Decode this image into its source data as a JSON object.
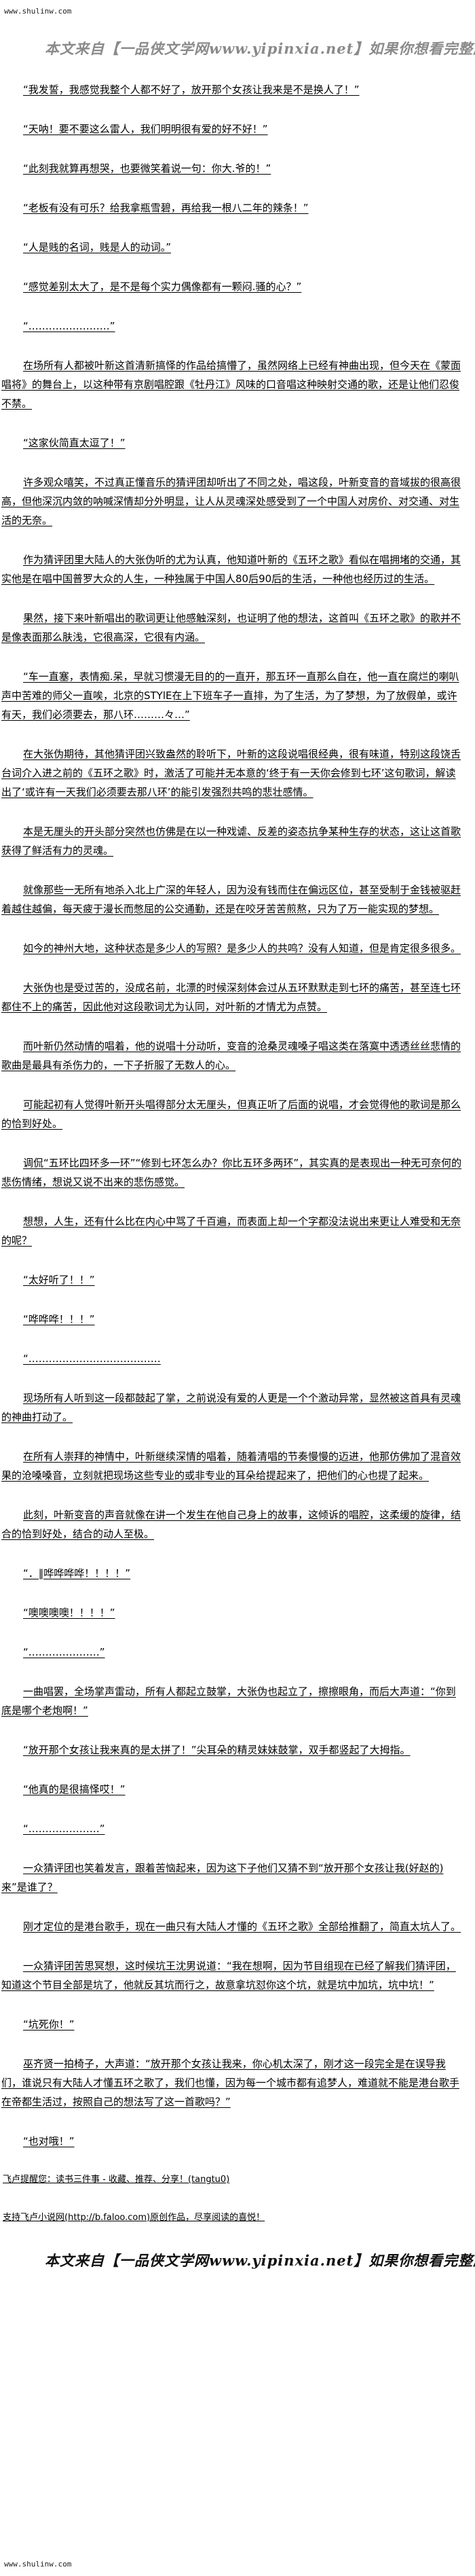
{
  "header": {
    "site_url": "www.shulinw.com",
    "banner_text": "本文来自【一品侠文学网www.yipinxia.net】如果你想看完整版小说，请"
  },
  "paragraphs": [
    "“我发誓，我感觉我整个人都不好了，放开那个女孩让我来是不是换人了！”",
    "“天呐！要不要这么雷人，我们明明很有爱的好不好！”",
    "“此刻我就算再想哭，也要微笑着说一句：你大.爷的！”",
    "“老板有没有可乐？给我拿瓶雪碧，再给我一根八二年的辣条！”",
    "“人是贱的名词，贱是人的动词。”",
    "“感觉差别太大了，是不是每个实力偶像都有一颗闷.骚的心？”",
    "“……………………”",
    "在场所有人都被叶新这首清新搞怿的作品给搞懵了，虽然网络上已经有神曲出现，但今天在《蒙面唱将》的舞台上，以这种带有京剧唱腔跟《牡丹江》风味的口音唱这种映射交通的歌，还是让他们忍俊不禁。",
    "“这家伙简直太逗了！”",
    "许多观众嘻笑，不过真正懂音乐的猜评团却听出了不同之处，唱这段，叶新变音的音域拔的很高很高，但他深沉内敛的呐喊深情却分外明显，让人从灵魂深处感受到了一个中国人对房价、对交通、对生活的无奈。",
    "作为猜评团里大陆人的大张伪听的尤为认真，他知道叶新的《五环之歌》看似在唱拥堵的交通，其实他是在唱中国普罗大众的人生，一种独属于中国人80后90后的生活，一种他也经历过的生活。",
    "果然，接下来叶新唱出的歌词更让他感触深刻，也证明了他的想法，这首叫《五环之歌》的歌并不是像表面那么肤浅，它很高深，它很有内涵。",
    "“车一直塞，表情痴.呆，早就习惯漫无目的的一直开，那五环一直那么自在，他一直在腐烂的喇叭声中苦难的师父一直唉，北京的STYlE在上下班车子一直排，为了生活，为了梦想，为了放假单，或许有天，我们必须要去，那八环………々…”",
    "在大张伪期待，其他猜评团兴致盎然的聆听下，叶新的这段说唱很经典，很有味道，特别这段饶舌台词介入进之前的《五环之歌》时，激活了可能并无本意的‘终于有一天你会修到七环’这句歌词，解读出了‘或许有一天我们必须要去那八环’的能引发强烈共鸣的悲壮感情。",
    "本是无厘头的开头部分突然也仿佛是在以一种戏谑、反差的姿态抗争某种生存的状态，这让这首歌获得了鲜活有力的灵魂。",
    "就像那些一无所有地杀入北上广深的年轻人，因为没有钱而住在偏远区位，甚至受制于金钱被驱赶着越住越偏，每天疲于漫长而憋屈的公交通勤，还是在咬牙苦苦煎熬，只为了万一能实现的梦想。",
    "如今的神州大地，这种状态是多少人的写照？是多少人的共鸣？没有人知道，但是肯定很多很多。",
    "大张伪也是受过苦的，没成名前，北漂的时候深刻体会过从五环默默走到七环的痛苦，甚至连七环都住不上的痛苦，因此他对这段歌词尤为认同，对叶新的才情尤为点赞。",
    "而叶新仍然动情的唱着，他的说唱十分动听，变音的沧桑灵魂嗓子唱这类在落寞中透透丝丝悲情的歌曲是最具有杀伤力的，一下子折服了无数人的心。",
    "可能起初有人觉得叶新开头唱得部分太无厘头，但真正听了后面的说唱，才会觉得他的歌词是那么的恰到好处。",
    "调侃“五环比四环多一环”“修到七环怎么办？你比五环多两环”，其实真的是表现出一种无可奈何的悲伤情绪，想说又说不出来的悲伤感觉。",
    "想想，人生，还有什么比在内心中骂了千百遍，而表面上却一个字都没法说出来更让人难受和无奈的呢？",
    "“太好听了！！”",
    "“哗哗哗！！！”",
    "“…………………………………",
    "现场所有人听到这一段都鼓起了掌，之前说没有爱的人更是一个个激动异常，显然被这首具有灵魂的神曲打动了。",
    "在所有人崇拜的神情中，叶新继续深情的唱着，随着清唱的节奏慢慢的迈进，他那仿佛加了混音效果的沧嗓嗓音，立刻就把现场这些专业的或非专业的耳朵给提起来了，把他们的心也提了起来。",
    "此刻，叶新变音的声音就像在讲一个发生在他自己身上的故事，这倾诉的唱腔，这柔缓的旋律，结合的恰到好处，结合的动人至极。",
    "“．‖哗哗哗哗！！！！”",
    "“噢噢噢噢！！！！”",
    "“…………………”",
    "一曲唱罢，全场掌声雷动，所有人都起立鼓掌，大张伪也起立了，擦擦眼角，而后大声道：“你到底是哪个老炮啊！”",
    "“放开那个女孩让我来真的是太拼了！”尖耳朵的精灵妹妹鼓掌，双手都竖起了大拇指。",
    "“他真的是很搞怿哎！”",
    "“…………………”",
    "一众猜评团也笑着发言，跟着苦恼起来，因为这下子他们又猜不到“放开那个女孩让我(好赵的)来”是谁了？",
    "刚才定位的是港台歌手，现在一曲只有大陆人才懂的《五环之歌》全部给推翻了，简直太坑人了。",
    "一众猜评团苦思冥想，这时候坑王沈男说道：“我在想啊，因为节目组现在已经了解我们猜评团，知道这个节目全部是坑了，他就反其坑而行之，故意拿坑怼你这个坑，就是坑中加坑，坑中坑！”",
    "“坑死你！”",
    "巫齐贤一拍椅子，大声道：“放开那个女孩让我来，你心机太深了，刚才这一段完全是在误导我们，谁说只有大陆人才懂五环之歌了，我们也懂，因为每一个城市都有追梦人，难道就不能是港台歌手在帝都生活过，按照自己的想法写了这一首歌吗？”",
    "“也对哦！”"
  ],
  "footer": {
    "reminder": "飞卢提醒您：读书三件事 - 收藏、推荐、分享！(tangtu0)",
    "support_prefix": "支持飞卢小说网(",
    "support_link": "http://b.faloo.com",
    "support_suffix": ")原创作品，尽享阅读的喜悦！",
    "banner_text": "本文来自【一品侠文学网www.yipinxia.net】如果你想看完整版小说，请",
    "site_url": "www.shulinw.com"
  }
}
